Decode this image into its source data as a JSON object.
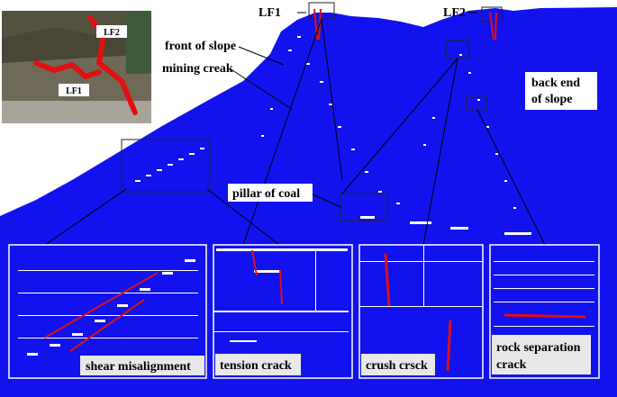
{
  "colors": {
    "model_fill": "#1212ee",
    "crack": "#ffffff",
    "highlight": "#e01010",
    "label_bg": "#e8e8e8"
  },
  "labels": {
    "lf1": "LF1",
    "lf2": "LF2",
    "front_of_slope": "front of slope",
    "mining_creak": "mining creak",
    "back_end_line1": "back end",
    "back_end_line2": "of slope",
    "pillar_of_coal": "pillar of coal"
  },
  "photo": {
    "lf1": "LF1",
    "lf2": "LF2"
  },
  "insets": [
    {
      "id": "shear",
      "label": "shear misalignment"
    },
    {
      "id": "tension",
      "label": "tension crack"
    },
    {
      "id": "crush",
      "label": "crush crsck"
    },
    {
      "id": "rock",
      "label_line1": "rock separation",
      "label_line2": "crack"
    }
  ]
}
